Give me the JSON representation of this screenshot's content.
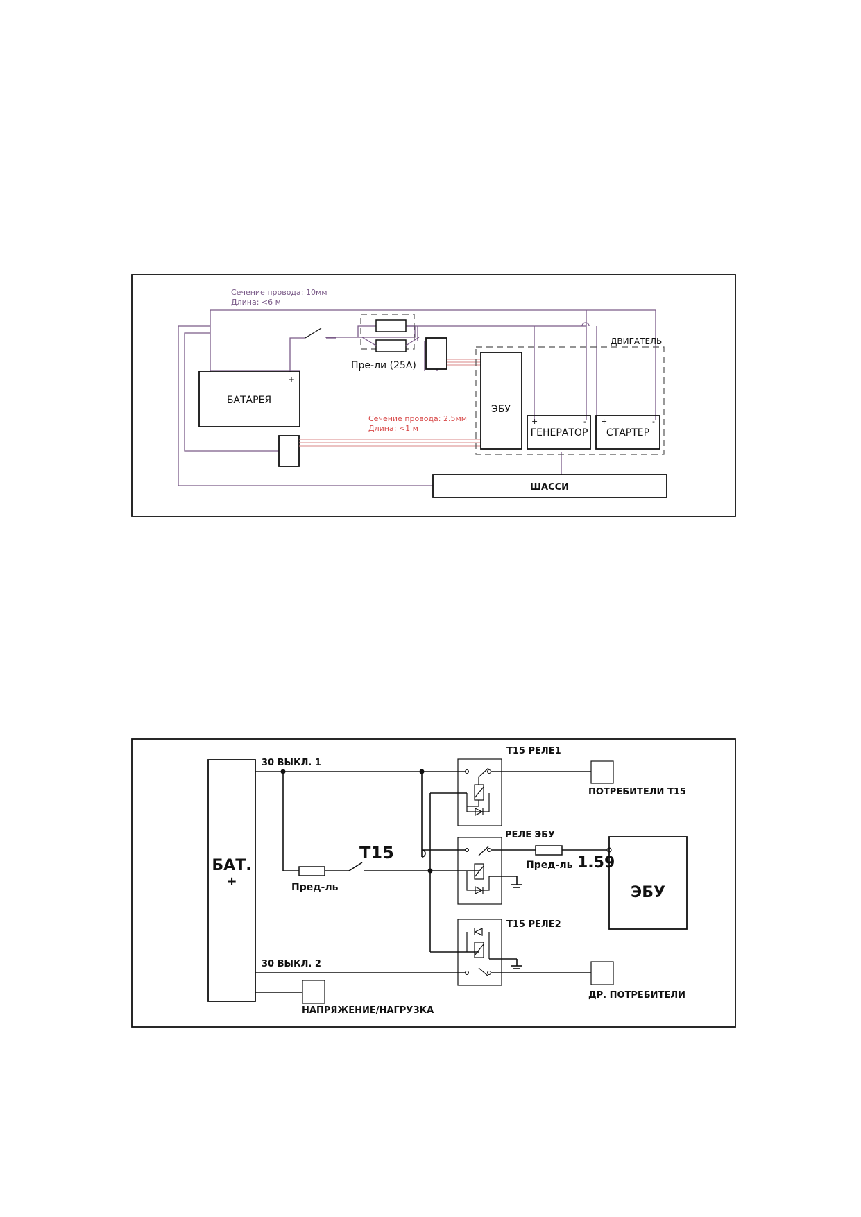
{
  "diagram1": {
    "wire_main_section": "Сечение провода: 10мм",
    "wire_main_length": "Длина: <6 м",
    "fuse_label": "Пре-ли (25А)",
    "engine_label": "ДВИГАТЕЛЬ",
    "battery_label": "БАТАРЕЯ",
    "battery_minus": "-",
    "battery_plus": "+",
    "ecu_label": "ЭБУ",
    "wire_ecu_section": "Сечение провода: 2.5мм",
    "wire_ecu_length": "Длина: <1 м",
    "generator_label": "ГЕНЕРАТОР",
    "generator_plus": "+",
    "generator_minus": "-",
    "starter_label": "СТАРТЕР",
    "starter_plus": "+",
    "starter_minus": "-",
    "chassis_label": "ШАССИ",
    "colors": {
      "main_wire": "#7a5a88",
      "ecu_wire": "#d98585",
      "main_text": "#7a5a88",
      "ecu_text": "#d84a4a"
    }
  },
  "diagram2": {
    "battery_label": "БАТ.",
    "battery_plus": "+",
    "switch1_label": "30 ВЫКЛ. 1",
    "switch2_label": "30 ВЫКЛ. 2",
    "t15_label": "T15",
    "fuse1_label": "Пред-ль",
    "fuse2_label": "Пред-ль",
    "relay1_label": "T15 РЕЛЕ1",
    "relay_ecu_label": "РЕЛЕ ЭБУ",
    "relay2_label": "T15 РЕЛЕ2",
    "pin_label": "1.59",
    "ecu_label": "ЭБУ",
    "consumers_t15_label": "ПОТРЕБИТЕЛИ Т15",
    "other_consumers_label": "ДР. ПОТРЕБИТЕЛИ",
    "voltage_load_label": "НАПРЯЖЕНИЕ/НАГРУЗКА"
  }
}
